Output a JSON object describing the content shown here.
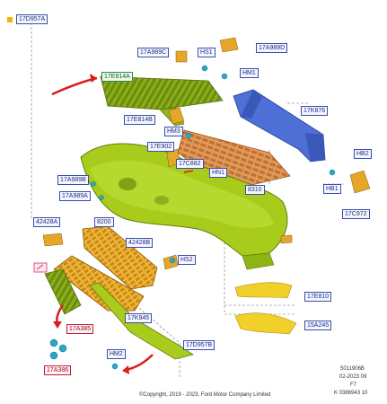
{
  "legend": {
    "color": "#f2b400",
    "part": "17D957A"
  },
  "labels": {
    "a989c": "17A989C",
    "hs1": "HS1",
    "a989d": "17A989D",
    "hm1": "HM1",
    "e814a": "17E814A",
    "k876": "17K876",
    "e814b": "17E814B",
    "hm3": "HM3",
    "e902": "17E902",
    "c882": "17C882",
    "hn1": "HN1",
    "hb2": "HB2",
    "a989b": "17A989B",
    "e310": "8310",
    "hb1": "HB1",
    "a989a": "17A989A",
    "c972": "17C972",
    "a428a": "42428A",
    "e8200": "8200",
    "a428b": "42428B",
    "hs2": "HS2",
    "e810": "17E810",
    "a385": "17A385",
    "k945": "17K945",
    "a245": "15A245",
    "a386": "17A386",
    "hm2": "HM2",
    "d957b": "17D957B"
  },
  "footer": {
    "copyright": "©Copyright, 2019 - 2023, Ford Motor Company Limited",
    "code": "5011906B",
    "date": "02-2023 09",
    "sheet": "F7",
    "ref": "K 0386943 10"
  },
  "colors": {
    "bumper": "#a9cc1c",
    "bumper_dark": "#6f9410",
    "grille": "#e6a62a",
    "absorber": "#d98a4a",
    "reinforcement": "#4d6fd6",
    "arrow": "#d81e1e"
  }
}
